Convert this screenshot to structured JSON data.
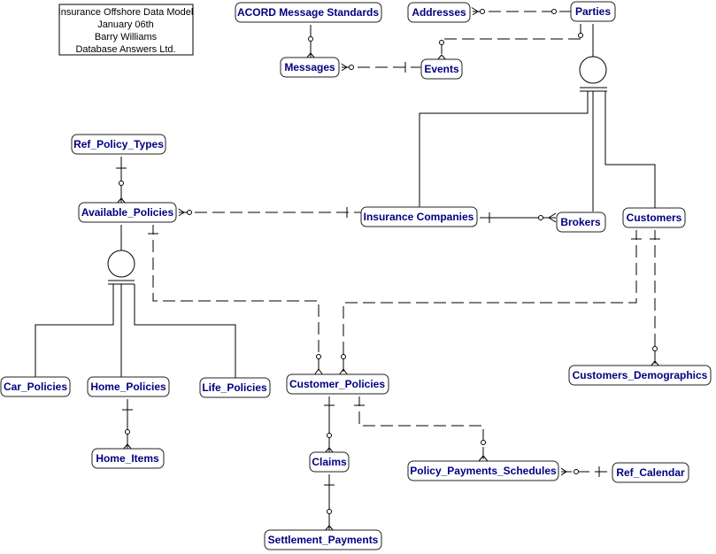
{
  "title_block": {
    "lines": [
      "Insurance Offshore Data Model",
      "January 06th",
      "Barry Williams",
      "Database Answers Ltd."
    ]
  },
  "entities": {
    "acord": "ACORD Message Standards",
    "addresses": "Addresses",
    "parties": "Parties",
    "messages": "Messages",
    "events": "Events",
    "ref_policy_types": "Ref_Policy_Types",
    "available_policies": "Available_Policies",
    "insurance_companies": "Insurance Companies",
    "brokers": "Brokers",
    "customers": "Customers",
    "car_policies": "Car_Policies",
    "home_policies": "Home_Policies",
    "life_policies": "Life_Policies",
    "customer_policies": "Customer_Policies",
    "customers_demographics": "Customers_Demographics",
    "home_items": "Home_Items",
    "claims": "Claims",
    "policy_payments_schedules": "Policy_Payments_Schedules",
    "ref_calendar": "Ref_Calendar",
    "settlement_payments": "Settlement_Payments"
  }
}
